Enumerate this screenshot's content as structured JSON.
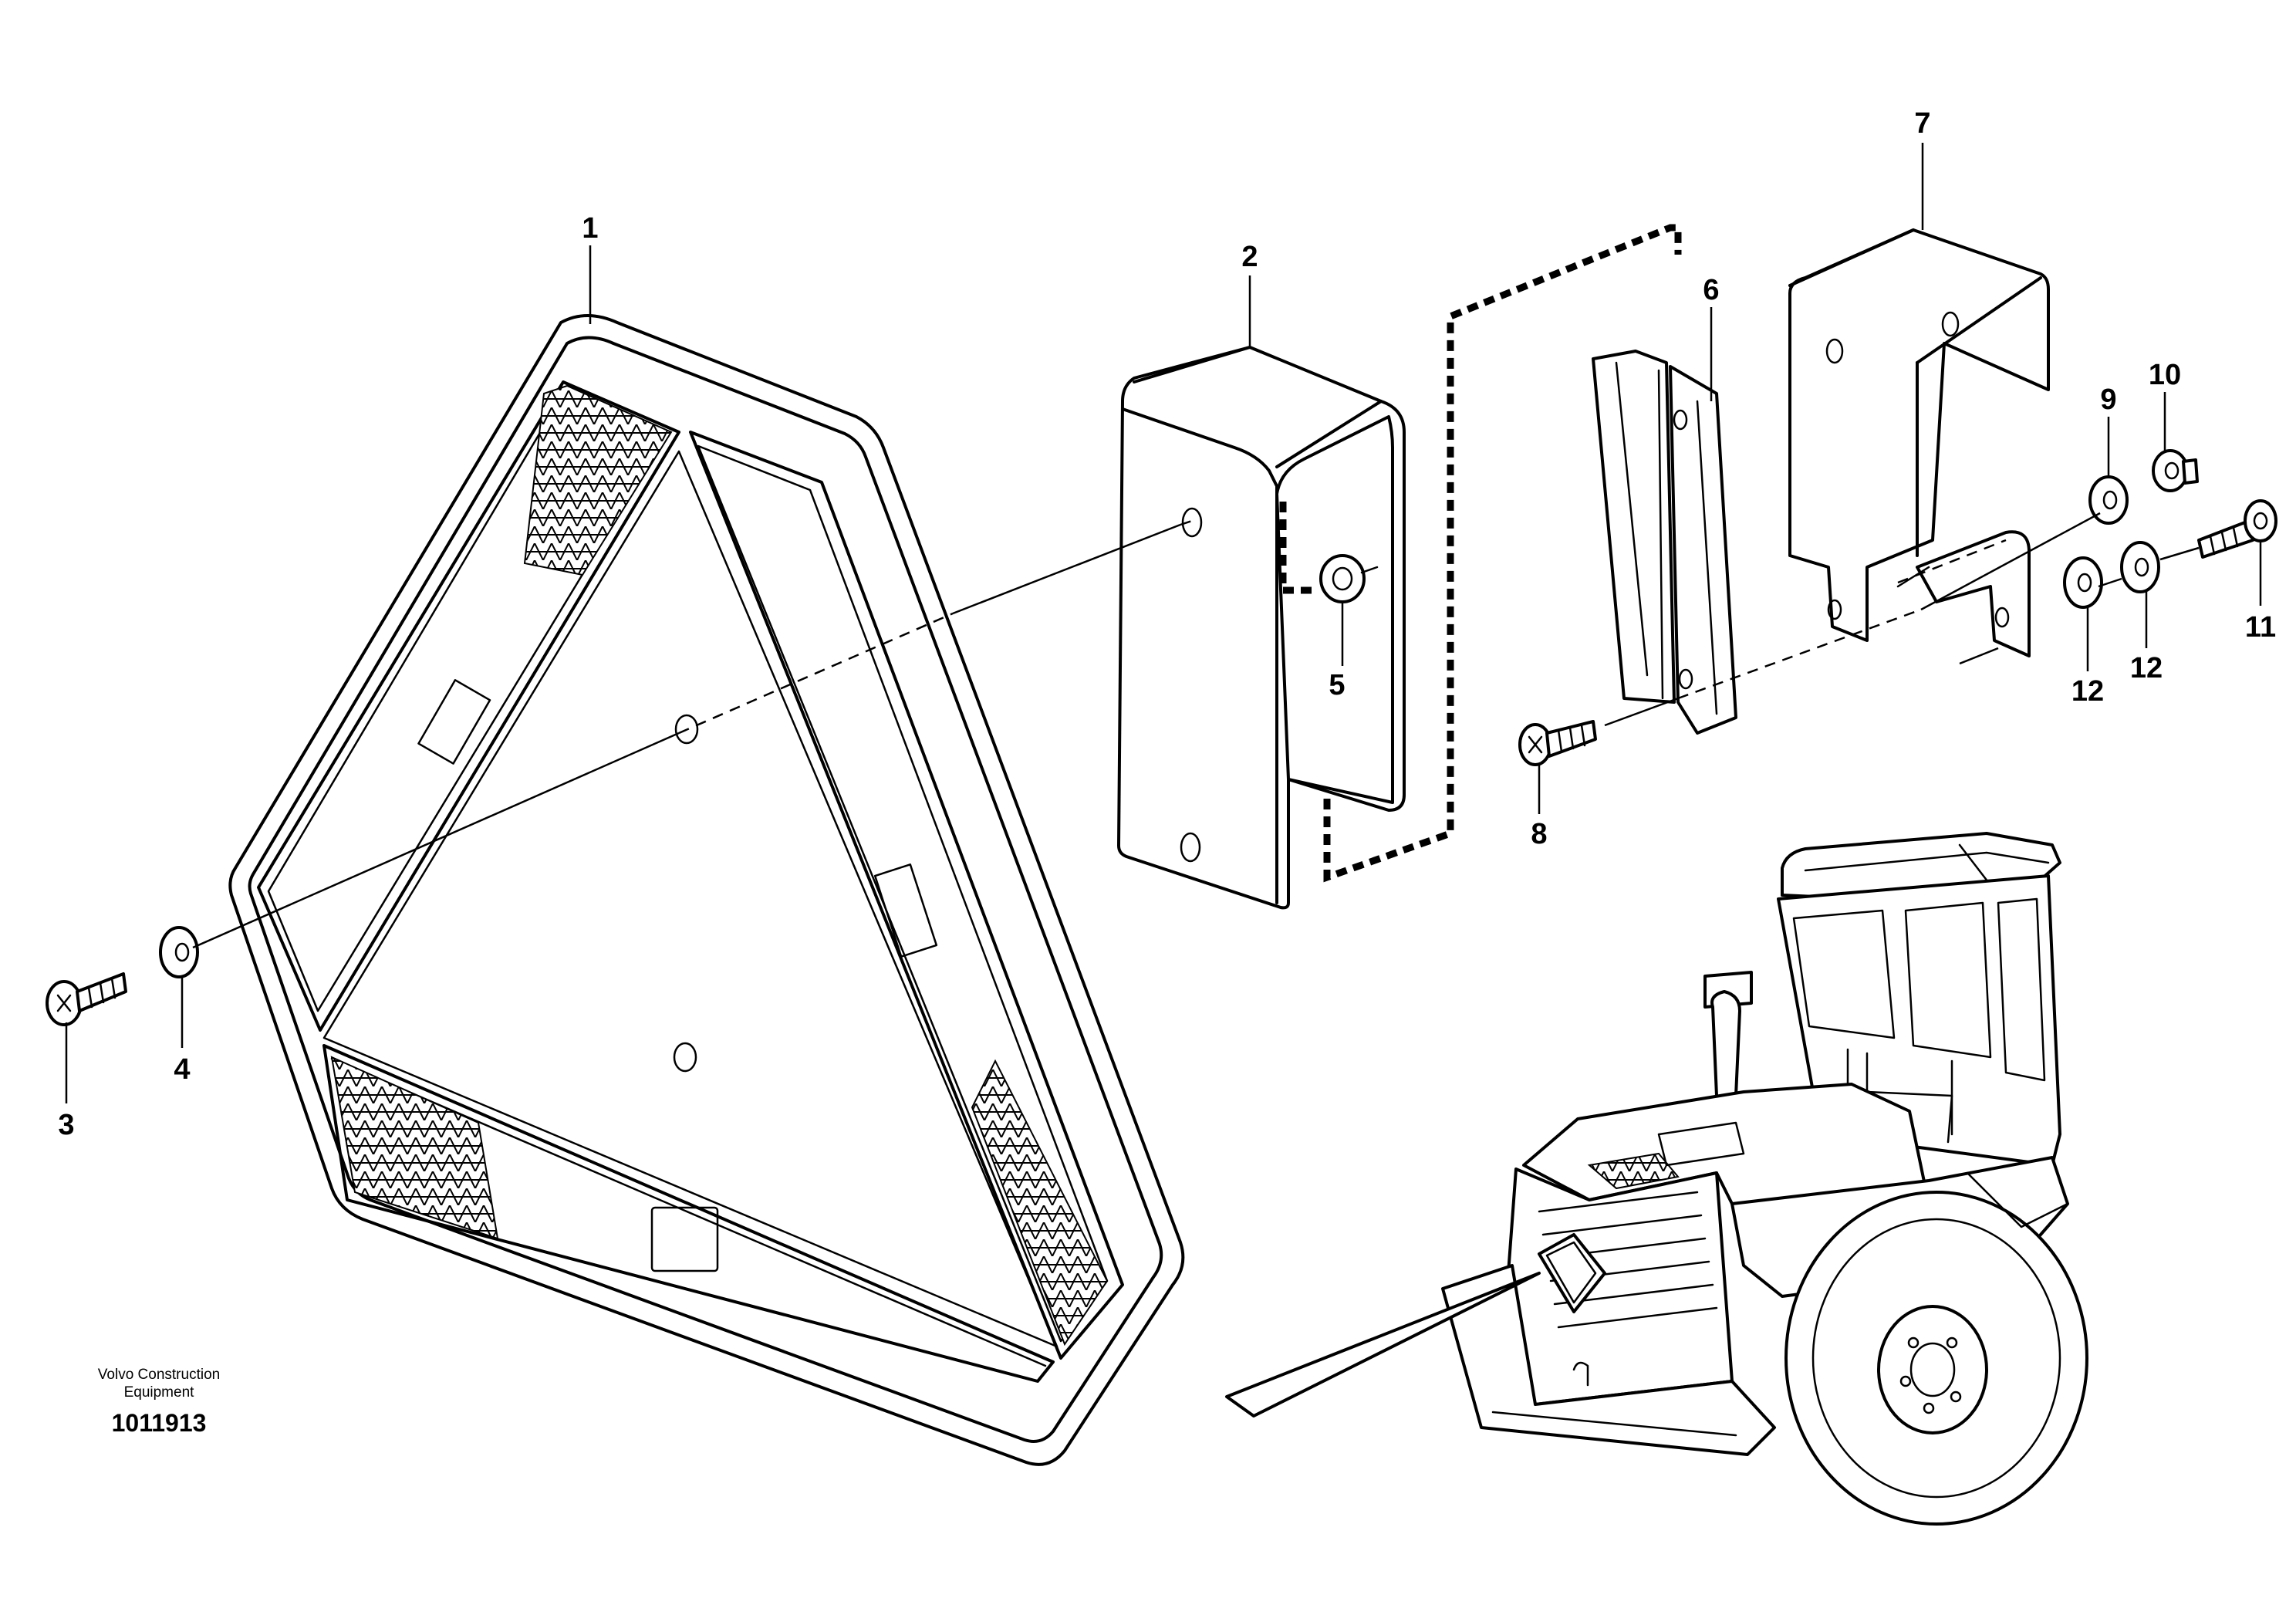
{
  "callouts": {
    "c1": "1",
    "c2": "2",
    "c3": "3",
    "c4": "4",
    "c5": "5",
    "c6": "6",
    "c7": "7",
    "c8": "8",
    "c9": "9",
    "c10": "10",
    "c11": "11",
    "c12a": "12",
    "c12b": "12"
  },
  "caption": {
    "line1": "Volvo Construction",
    "line2": "Equipment",
    "number": "1011913"
  }
}
